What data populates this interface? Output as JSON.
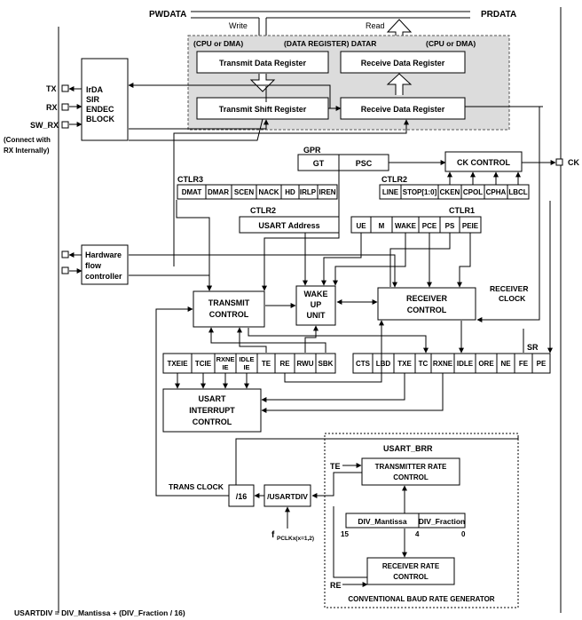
{
  "bus": {
    "pwdata": "PWDATA",
    "prdata": "PRDATA",
    "write": "Write",
    "read": "Read"
  },
  "datar": {
    "cpu_dma_left": "(CPU or DMA)",
    "title": "(DATA REGISTER) DATAR",
    "cpu_dma_right": "(CPU or DMA)",
    "tdr": "Transmit Data Register",
    "rdr_top": "Receive Data Register",
    "tsr": "Transmit Shift Register",
    "rsr": "Receive Data Register"
  },
  "pins": {
    "tx": "TX",
    "rx": "RX",
    "sw_rx": "SW_RX",
    "sw_note_1": "(Connect with",
    "sw_note_2": "RX Internally)",
    "ck": "CK"
  },
  "irda": [
    "IrDA",
    "SIR",
    "ENDEC",
    "BLOCK"
  ],
  "gpr": {
    "label": "GPR",
    "gt": "GT",
    "psc": "PSC"
  },
  "ck_control": "CK CONTROL",
  "ctlr3": {
    "label": "CTLR3",
    "bits": [
      "DMAT",
      "DMAR",
      "SCEN",
      "NACK",
      "HD",
      "IRLP",
      "IREN"
    ]
  },
  "ctlr2_right": {
    "label": "CTLR2",
    "bits": [
      "LINE",
      "STOP[1:0]",
      "CKEN",
      "CPOL",
      "CPHA",
      "LBCL"
    ]
  },
  "ctlr2_addr": {
    "label": "CTLR2",
    "field": "USART Address"
  },
  "ctlr1": {
    "label": "CTLR1",
    "bits": [
      "UE",
      "M",
      "WAKE",
      "PCE",
      "PS",
      "PEIE"
    ]
  },
  "hw_flow": [
    "Hardware",
    "flow",
    "controller"
  ],
  "transmit_control": [
    "TRANSMIT",
    "CONTROL"
  ],
  "wakeup": [
    "WAKE",
    "UP",
    "UNIT"
  ],
  "receiver_control": [
    "RECEIVER",
    "CONTROL"
  ],
  "receiver_clock": [
    "RECEIVER",
    "CLOCK"
  ],
  "int_bits": [
    [
      "TXEIE"
    ],
    [
      "TCIE"
    ],
    [
      "RXNE",
      "IE"
    ],
    [
      "IDLE",
      "IE"
    ],
    [
      "TE"
    ],
    [
      "RE"
    ],
    [
      "RWU"
    ],
    [
      "SBK"
    ]
  ],
  "sr": {
    "label": "SR",
    "bits": [
      "CTS",
      "LBD",
      "TXE",
      "TC",
      "RXNE",
      "IDLE",
      "ORE",
      "NE",
      "FE",
      "PE"
    ]
  },
  "interrupt_control": [
    "USART",
    "INTERRUPT",
    "CONTROL"
  ],
  "brr": {
    "label": "USART_BRR",
    "te": "TE",
    "re": "RE",
    "tx_rate": [
      "TRANSMITTER RATE",
      "CONTROL"
    ],
    "mantissa": "DIV_Mantissa",
    "fraction": "DIV_Fraction",
    "bit15": "15",
    "bit4": "4",
    "bit0": "0",
    "rx_rate": [
      "RECEIVER RATE",
      "CONTROL"
    ],
    "footer": "CONVENTIONAL BAUD RATE GENERATOR"
  },
  "trans_clock": "TRANS CLOCK",
  "div16": "/16",
  "usartdiv": "/USARTDIV",
  "fpclk": {
    "main": "f",
    "sub": "PCLKx(x=1,2)"
  },
  "formula": "USARTDIV = DIV_Mantissa + (DIV_Fraction / 16)"
}
